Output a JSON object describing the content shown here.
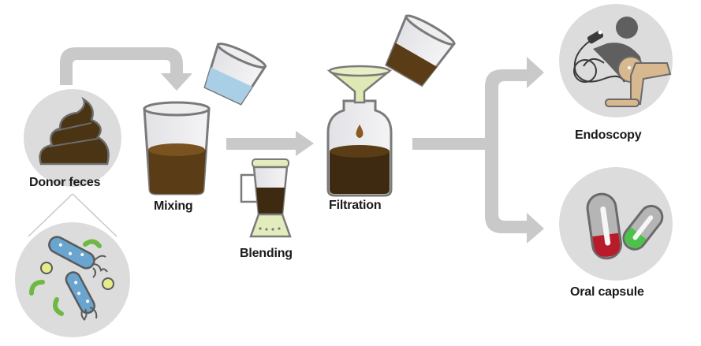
{
  "title": "Fecal microbiota transplantation process",
  "steps": [
    {
      "id": "donor",
      "label": "Donor feces"
    },
    {
      "id": "mixing",
      "label": "Mixing"
    },
    {
      "id": "blending",
      "label": "Blending"
    },
    {
      "id": "filtration",
      "label": "Filtration"
    },
    {
      "id": "endoscopy",
      "label": "Endoscopy"
    },
    {
      "id": "oral",
      "label": "Oral capsule"
    }
  ],
  "colors": {
    "arrow": "#c8c8c8",
    "circle": "#dcdcdc",
    "stool": "#4a3414",
    "liquid": "#5a3d17",
    "water": "#a9cfe6",
    "funnel": "#dfe9b5",
    "blender": "#e3ecbd",
    "capsule_red": "#b81c2a",
    "capsule_green": "#4cc24a",
    "bacteria_blue": "#6aa5d0",
    "bacteria_green": "#6fb843",
    "bacteria_yellow": "#e6ec8a",
    "skin": "#d8b98f",
    "person": "#5f5f5f"
  }
}
